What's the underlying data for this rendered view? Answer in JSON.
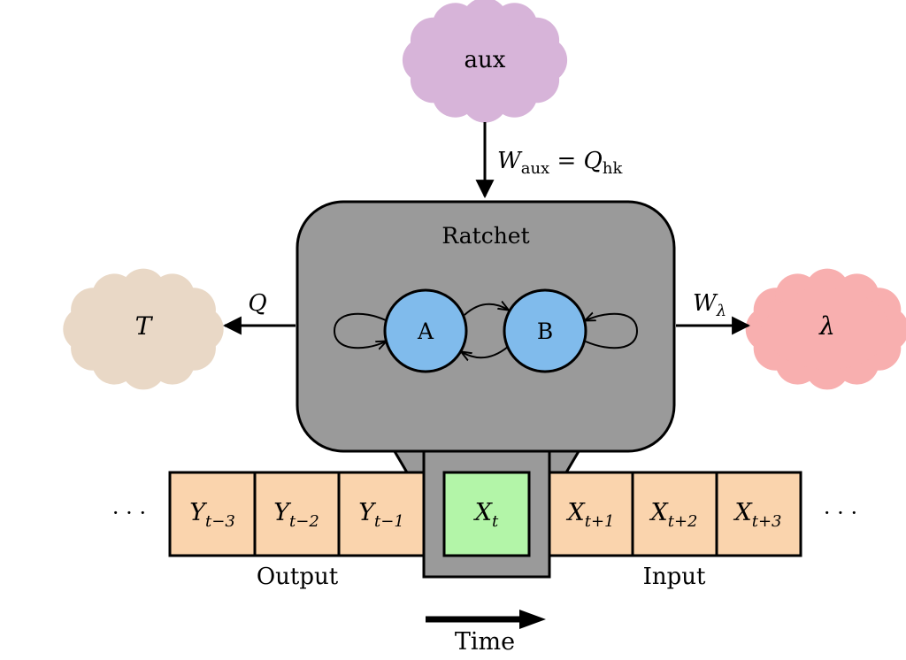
{
  "colors": {
    "aux_cloud": "#d7b4d9",
    "cold_cloud": "#e9d8c6",
    "work_cloud": "#f8afaf",
    "ratchet_body": "#9a9a9a",
    "state_node": "#80bbec",
    "tape_cell": "#fad4ad",
    "current_cell": "#b3f5a8",
    "line": "#000000"
  },
  "icons": {
    "reservoir": "cloud-icon",
    "flow": "arrow-icon",
    "time": "thick-arrow-icon"
  },
  "reservoirs": {
    "aux": {
      "label": "aux"
    },
    "thermal": {
      "label": "T"
    },
    "work": {
      "label": "λ"
    }
  },
  "flows": {
    "aux_work": {
      "symbol": "W",
      "subscript": "aux",
      "equals": " = ",
      "heat_symbol": "Q",
      "heat_subscript": "hk"
    },
    "heat": {
      "symbol": "Q"
    },
    "work_out": {
      "symbol": "W",
      "subscript": "λ"
    }
  },
  "ratchet": {
    "title": "Ratchet",
    "states": [
      "A",
      "B"
    ]
  },
  "tape": {
    "output_cells": [
      {
        "symbol": "Y",
        "index": "t−3"
      },
      {
        "symbol": "Y",
        "index": "t−2"
      },
      {
        "symbol": "Y",
        "index": "t−1"
      }
    ],
    "current_cell": {
      "symbol": "X",
      "index": "t"
    },
    "input_cells": [
      {
        "symbol": "X",
        "index": "t+1"
      },
      {
        "symbol": "X",
        "index": "t+2"
      },
      {
        "symbol": "X",
        "index": "t+3"
      }
    ],
    "ellipsis_left": "· · ·",
    "ellipsis_right": "· · ·",
    "output_label": "Output",
    "input_label": "Input"
  },
  "time_label": "Time"
}
